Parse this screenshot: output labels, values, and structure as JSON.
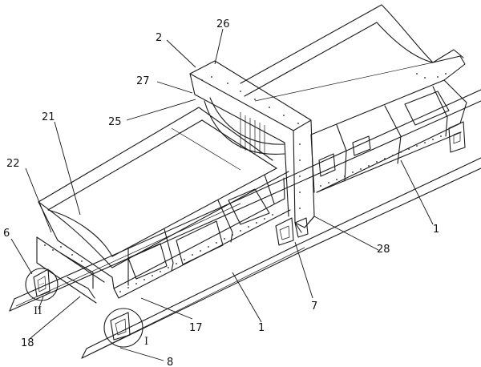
{
  "labels": {
    "l2": "2",
    "l26": "26",
    "l27": "27",
    "l25": "25",
    "l21": "21",
    "l22": "22",
    "l6": "6",
    "l11": "II",
    "l18": "18",
    "lI": "I",
    "l8": "8",
    "l17": "17",
    "l1a": "1",
    "l7": "7",
    "l28": "28",
    "l1b": "1"
  }
}
